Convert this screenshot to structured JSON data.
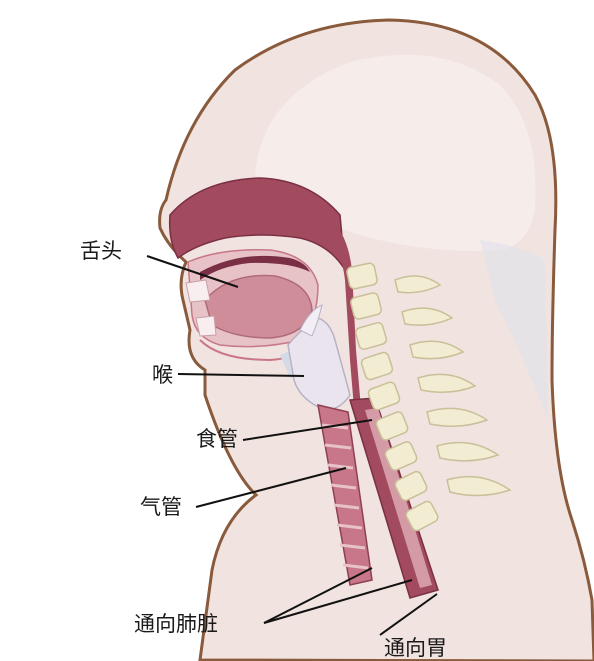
{
  "labels": {
    "tongue": "舌头",
    "larynx": "喉",
    "esophagus": "食管",
    "trachea": "气管",
    "to_lungs": "通向肺脏",
    "to_stomach": "通向胃"
  },
  "colors": {
    "skin": "#f1e3df",
    "outline": "#8a5a3c",
    "tissue_dark": "#a24a5e",
    "tissue_mid": "#c77788",
    "tissue_light": "#e7c2c6",
    "bone": "#f2ecd2",
    "bone_outline": "#c9bf99",
    "cartilage": "#e9e4ee",
    "airway_blue": "#d5dbe6"
  }
}
